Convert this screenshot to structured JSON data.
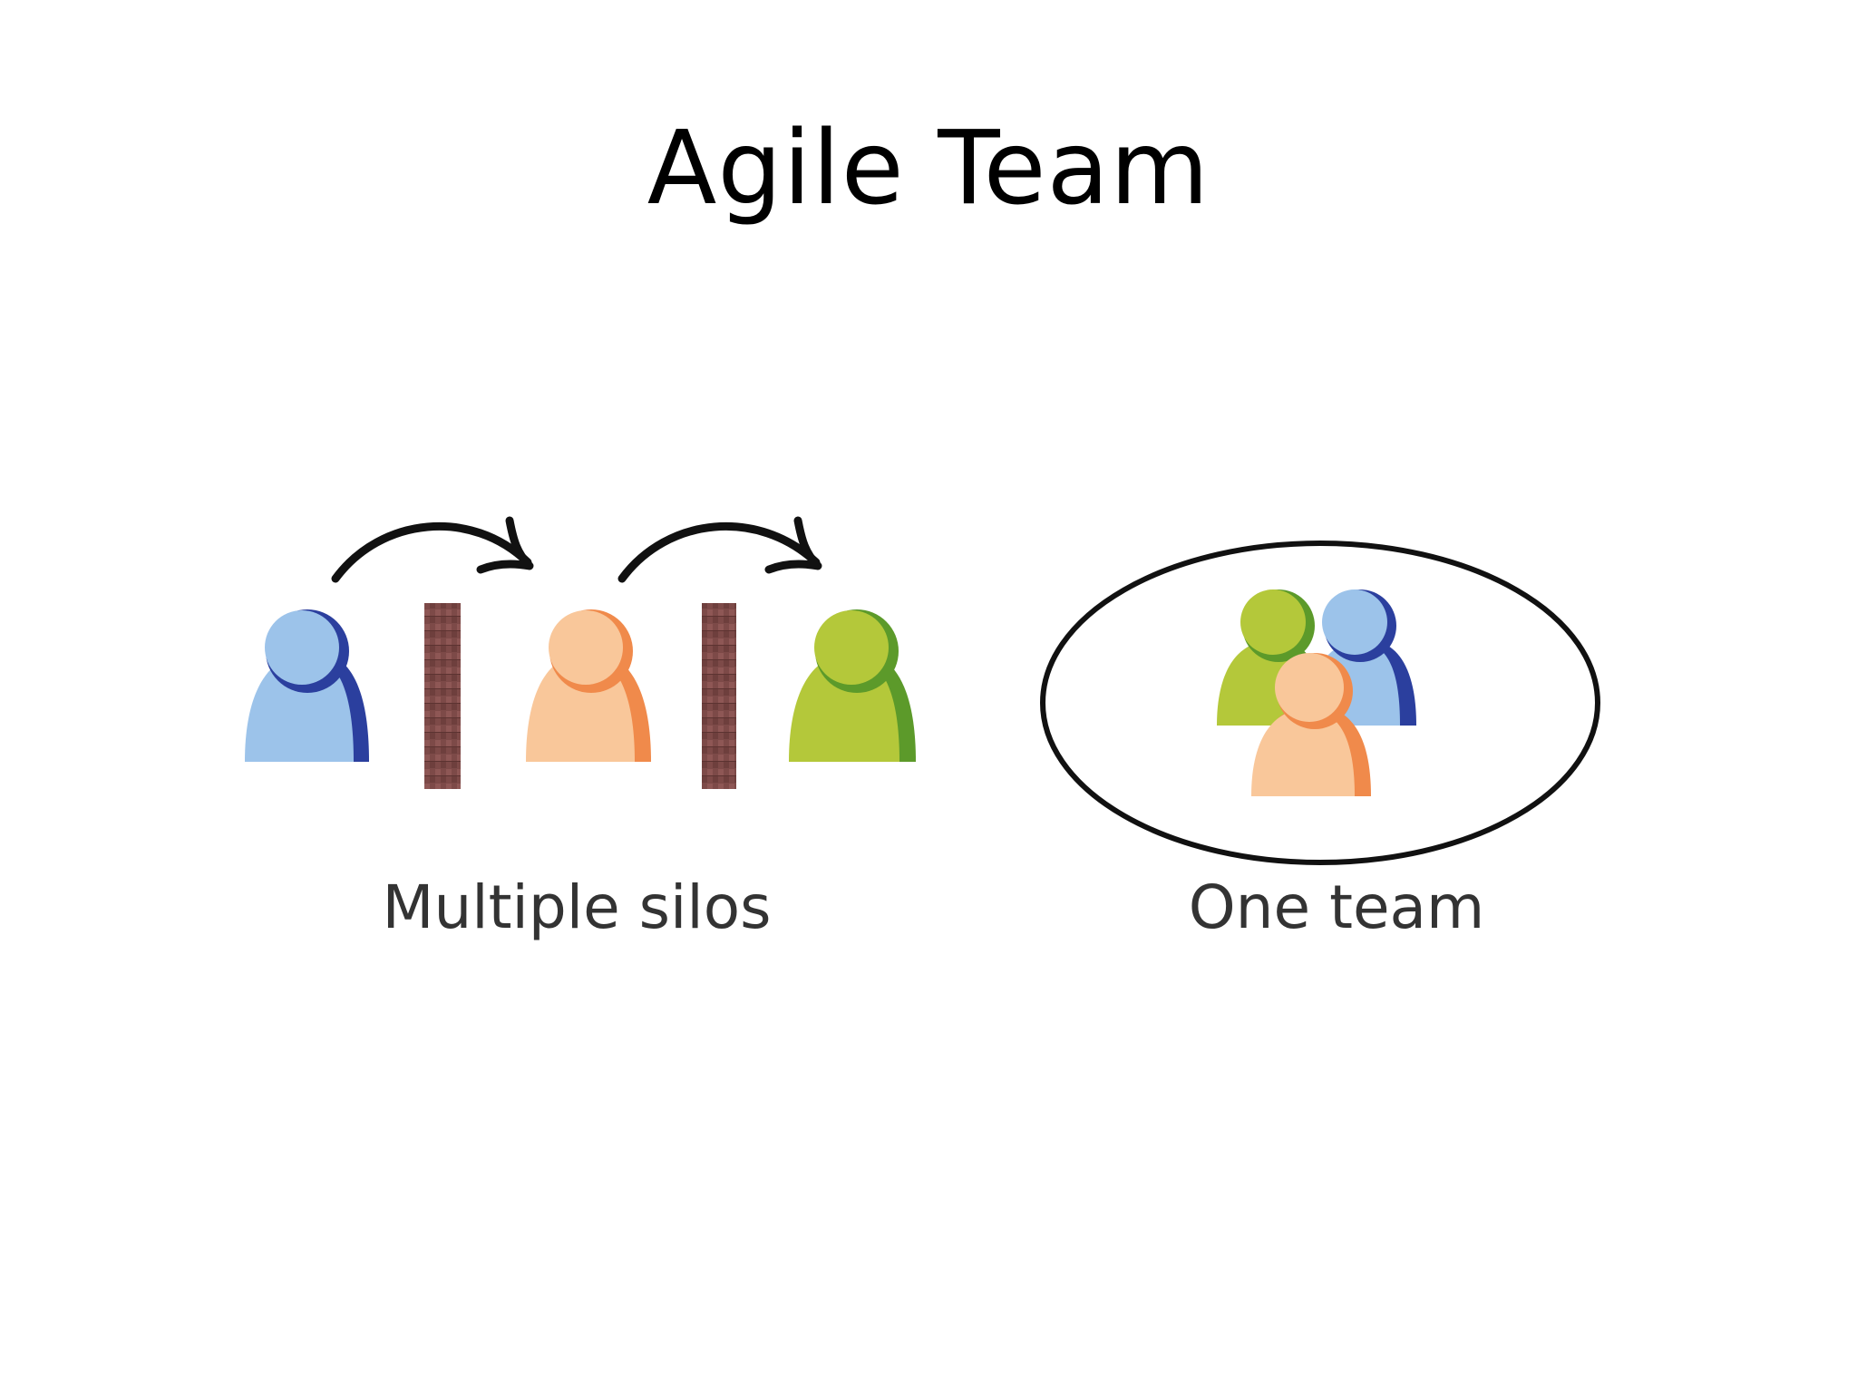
{
  "slide": {
    "title": "Agile Team"
  },
  "diagram": {
    "left_panel": {
      "caption": "Multiple silos",
      "people": [
        {
          "color": "blue",
          "fill": "#9cc3ea",
          "shade": "#2b3f9e"
        },
        {
          "color": "orange",
          "fill": "#f9c79a",
          "shade": "#f08a4b"
        },
        {
          "color": "green",
          "fill": "#b4c83a",
          "shade": "#5c9a2a"
        }
      ],
      "wall_color": "#7d4a48",
      "arrow_color": "#111111"
    },
    "right_panel": {
      "caption": "One team",
      "ellipse_color": "#111111"
    }
  }
}
